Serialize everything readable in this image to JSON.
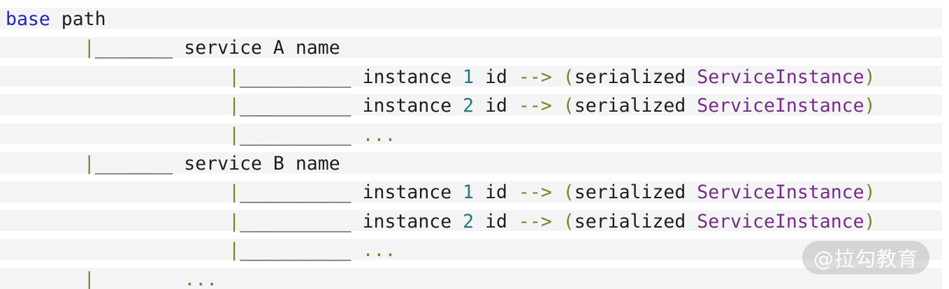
{
  "colors": {
    "stripe": "#f4f4f5",
    "text_default": "#1d1d1f",
    "keyword": "#2424bd",
    "operator": "#80802a",
    "number": "#21787f",
    "type": "#772c85",
    "watermark_bg": "rgba(175,175,175,0.45)",
    "watermark_text": "rgba(255,255,255,0.95)"
  },
  "watermark": {
    "text": "@拉勾教育"
  },
  "code": {
    "lines": [
      {
        "segments": [
          {
            "text": "base",
            "style": "keyword"
          },
          {
            "text": " path",
            "style": "default"
          }
        ]
      },
      {
        "segments": [
          {
            "text": "       ",
            "style": "default"
          },
          {
            "text": "|",
            "style": "operator"
          },
          {
            "text": "_______",
            "style": "default"
          },
          {
            "text": " service A name",
            "style": "default"
          }
        ]
      },
      {
        "segments": [
          {
            "text": "                    ",
            "style": "default"
          },
          {
            "text": "|",
            "style": "operator"
          },
          {
            "text": "__________",
            "style": "default"
          },
          {
            "text": " instance ",
            "style": "default"
          },
          {
            "text": "1",
            "style": "number"
          },
          {
            "text": " id ",
            "style": "default"
          },
          {
            "text": "-->",
            "style": "operator"
          },
          {
            "text": " ",
            "style": "default"
          },
          {
            "text": "(",
            "style": "operator"
          },
          {
            "text": "serialized ",
            "style": "default"
          },
          {
            "text": "ServiceInstance",
            "style": "type"
          },
          {
            "text": ")",
            "style": "operator"
          }
        ]
      },
      {
        "segments": [
          {
            "text": "                    ",
            "style": "default"
          },
          {
            "text": "|",
            "style": "operator"
          },
          {
            "text": "__________",
            "style": "default"
          },
          {
            "text": " instance ",
            "style": "default"
          },
          {
            "text": "2",
            "style": "number"
          },
          {
            "text": " id ",
            "style": "default"
          },
          {
            "text": "-->",
            "style": "operator"
          },
          {
            "text": " ",
            "style": "default"
          },
          {
            "text": "(",
            "style": "operator"
          },
          {
            "text": "serialized ",
            "style": "default"
          },
          {
            "text": "ServiceInstance",
            "style": "type"
          },
          {
            "text": ")",
            "style": "operator"
          }
        ]
      },
      {
        "segments": [
          {
            "text": "                    ",
            "style": "default"
          },
          {
            "text": "|",
            "style": "operator"
          },
          {
            "text": "__________",
            "style": "default"
          },
          {
            "text": " ",
            "style": "default"
          },
          {
            "text": "...",
            "style": "operator"
          }
        ]
      },
      {
        "segments": [
          {
            "text": "       ",
            "style": "default"
          },
          {
            "text": "|",
            "style": "operator"
          },
          {
            "text": "_______",
            "style": "default"
          },
          {
            "text": " service B name",
            "style": "default"
          }
        ]
      },
      {
        "segments": [
          {
            "text": "                    ",
            "style": "default"
          },
          {
            "text": "|",
            "style": "operator"
          },
          {
            "text": "__________",
            "style": "default"
          },
          {
            "text": " instance ",
            "style": "default"
          },
          {
            "text": "1",
            "style": "number"
          },
          {
            "text": " id ",
            "style": "default"
          },
          {
            "text": "-->",
            "style": "operator"
          },
          {
            "text": " ",
            "style": "default"
          },
          {
            "text": "(",
            "style": "operator"
          },
          {
            "text": "serialized ",
            "style": "default"
          },
          {
            "text": "ServiceInstance",
            "style": "type"
          },
          {
            "text": ")",
            "style": "operator"
          }
        ]
      },
      {
        "segments": [
          {
            "text": "                    ",
            "style": "default"
          },
          {
            "text": "|",
            "style": "operator"
          },
          {
            "text": "__________",
            "style": "default"
          },
          {
            "text": " instance ",
            "style": "default"
          },
          {
            "text": "2",
            "style": "number"
          },
          {
            "text": " id ",
            "style": "default"
          },
          {
            "text": "-->",
            "style": "operator"
          },
          {
            "text": " ",
            "style": "default"
          },
          {
            "text": "(",
            "style": "operator"
          },
          {
            "text": "serialized ",
            "style": "default"
          },
          {
            "text": "ServiceInstance",
            "style": "type"
          },
          {
            "text": ")",
            "style": "operator"
          }
        ]
      },
      {
        "segments": [
          {
            "text": "                    ",
            "style": "default"
          },
          {
            "text": "|",
            "style": "operator"
          },
          {
            "text": "__________",
            "style": "default"
          },
          {
            "text": " ",
            "style": "default"
          },
          {
            "text": "...",
            "style": "operator"
          }
        ]
      },
      {
        "segments": [
          {
            "text": "       ",
            "style": "default"
          },
          {
            "text": "|",
            "style": "operator"
          },
          {
            "text": "_______",
            "style": "default"
          },
          {
            "text": " ",
            "style": "default"
          },
          {
            "text": "...",
            "style": "operator"
          }
        ]
      }
    ]
  }
}
